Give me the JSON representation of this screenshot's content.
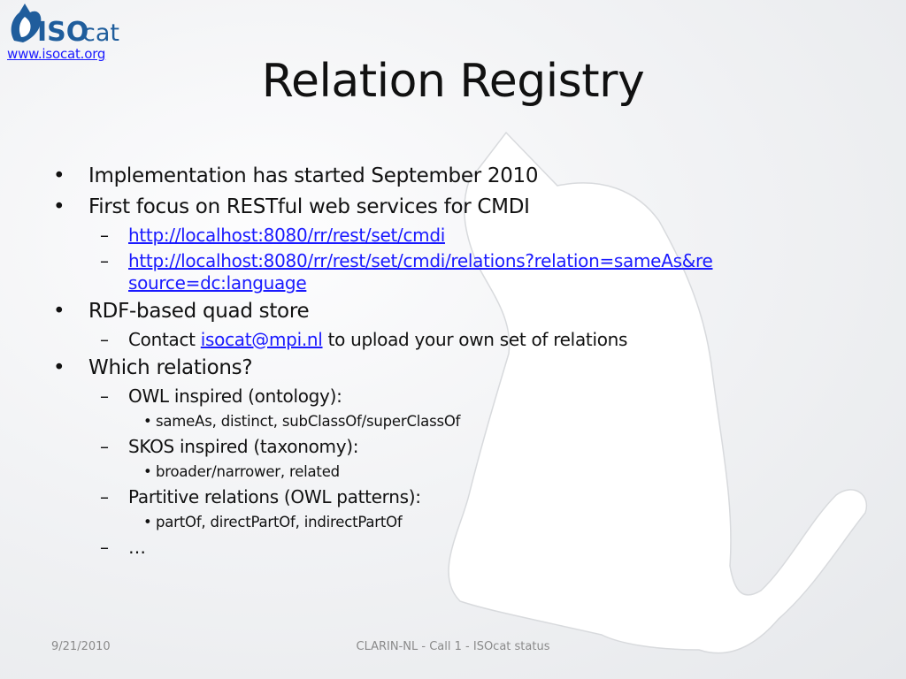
{
  "header": {
    "logo_iso": "ISO",
    "logo_cat": "cat",
    "logo_url": "www.isocat.org"
  },
  "title": "Relation Registry",
  "bullets": {
    "b1": "Implementation has started September 2010",
    "b2": "First focus on RESTful web services for CMDI",
    "b2_link1": "http://localhost:8080/rr/rest/set/cmdi",
    "b2_link2_line1": "http://localhost:8080/rr/rest/set/cmdi/relations?relation=sameAs&re",
    "b2_link2_line2": "source=dc:language",
    "b3": "RDF-based quad store",
    "b3_sub_prefix": "Contact ",
    "b3_sub_email": "isocat@mpi.nl",
    "b3_sub_suffix": " to upload your own set of relations",
    "b4": "Which relations?",
    "b4_owl": "OWL inspired (ontology):",
    "b4_owl_items": "sameAs, distinct, subClassOf/superClassOf",
    "b4_skos": "SKOS inspired (taxonomy):",
    "b4_skos_items": "broader/narrower, related",
    "b4_part": "Partitive relations (OWL patterns):",
    "b4_part_items": "partOf, directPartOf, indirectPartOf",
    "b4_more": "…"
  },
  "footer": {
    "date": "9/21/2010",
    "center": "CLARIN-NL - Call 1 - ISOcat status"
  },
  "colors": {
    "link": "#1a1aff",
    "logo_blue": "#1f5d9c",
    "footer_text": "#8a8a8a"
  },
  "icons": {
    "background": "cat-silhouette-icon",
    "logo": "isocat-cat-logo-icon"
  }
}
